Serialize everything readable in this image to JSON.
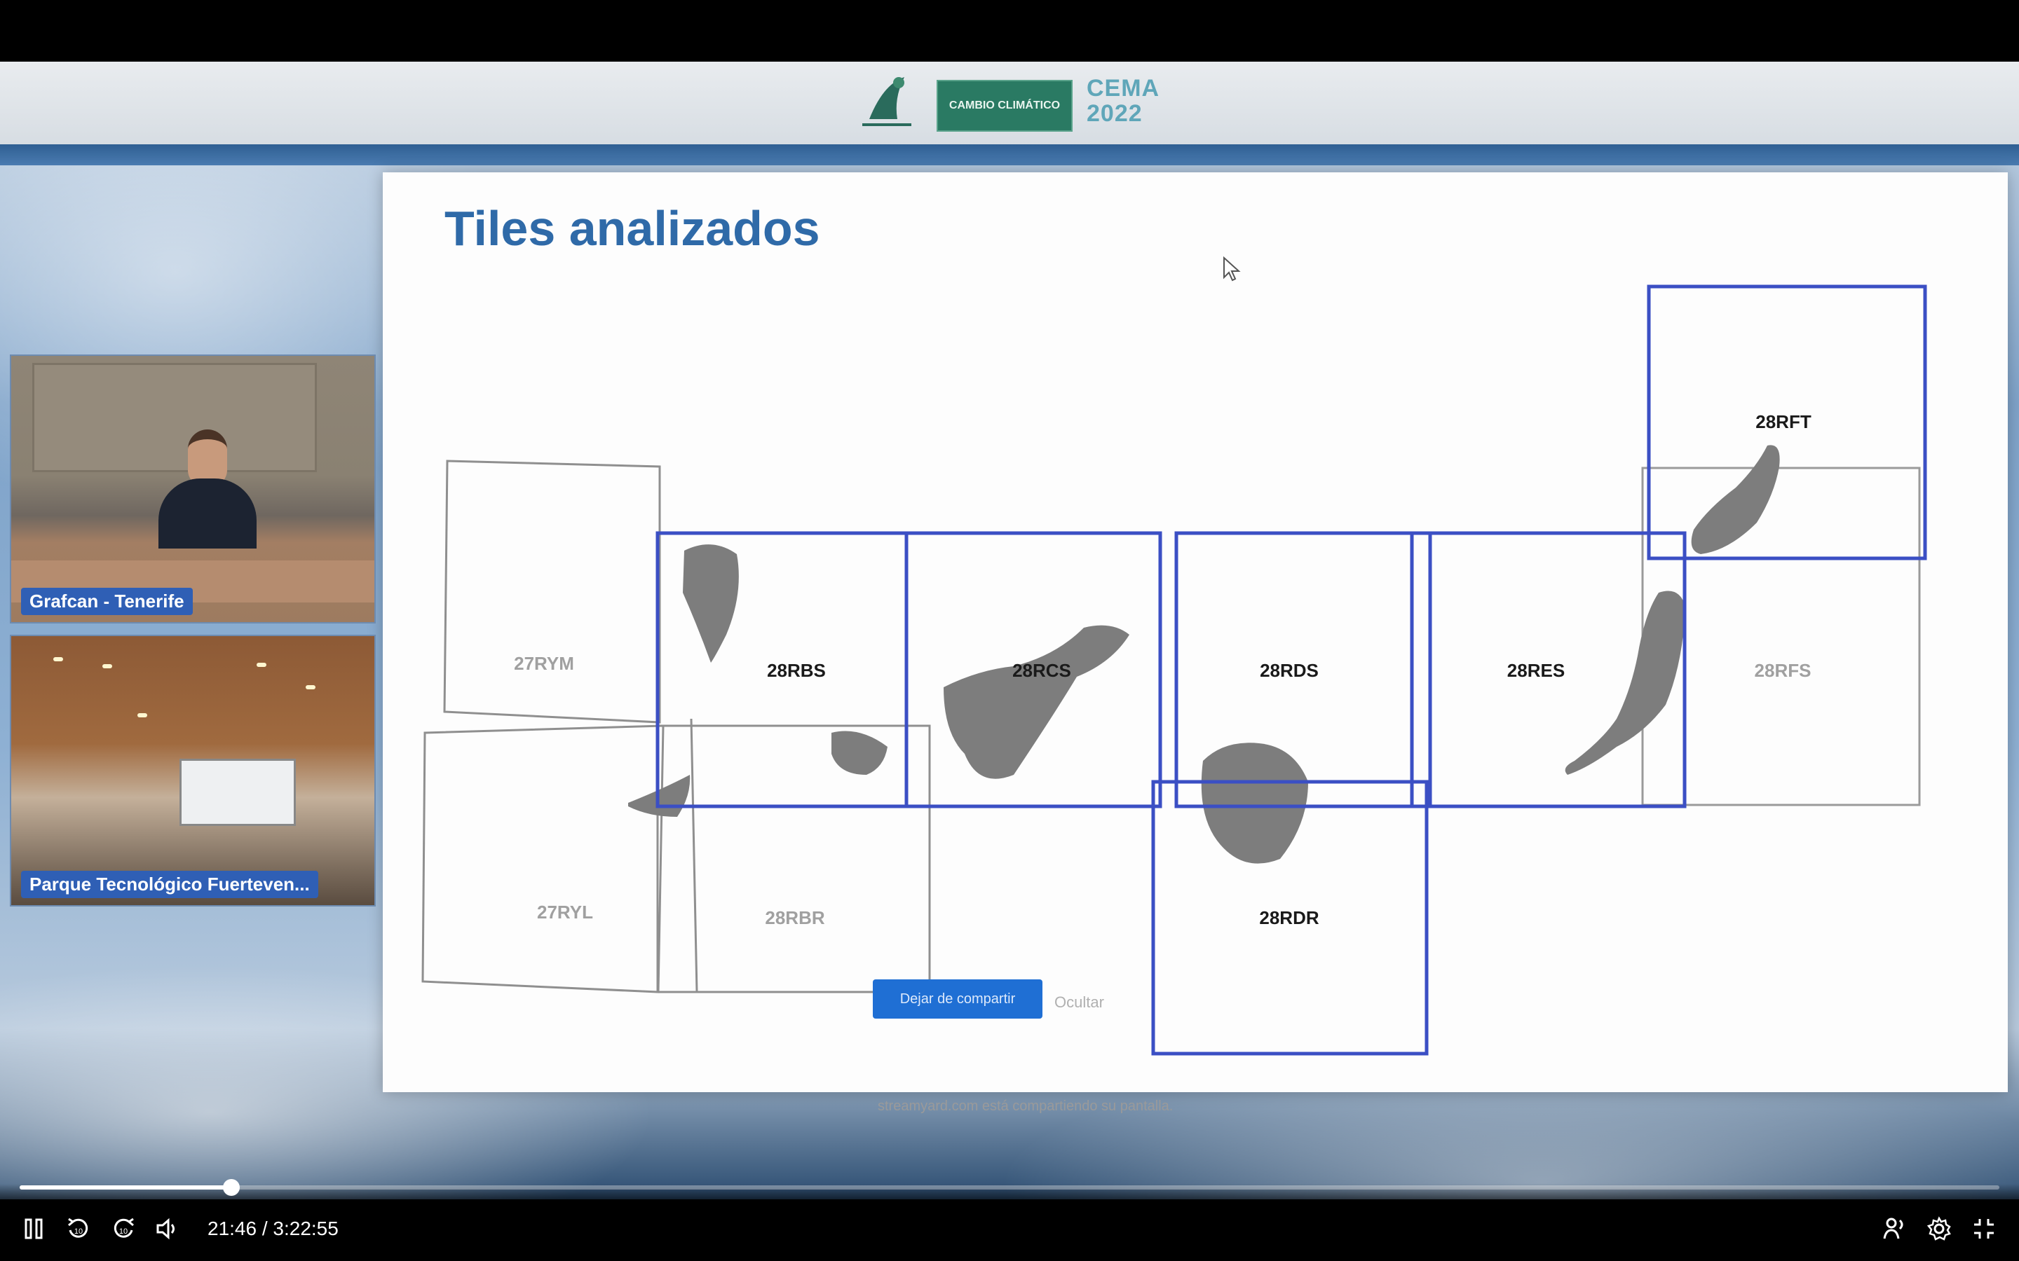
{
  "banner": {
    "logo_box_text": "CAMBIO CLIMÁTICO",
    "event_name": "CEMA",
    "event_year": "2022"
  },
  "slide": {
    "title": "Tiles analizados",
    "tiles": [
      {
        "id": "27RYM",
        "highlighted": false
      },
      {
        "id": "28RBS",
        "highlighted": true
      },
      {
        "id": "28RCS",
        "highlighted": true
      },
      {
        "id": "28RDS",
        "highlighted": true
      },
      {
        "id": "28RES",
        "highlighted": true
      },
      {
        "id": "28RFS",
        "highlighted": false
      },
      {
        "id": "28RFT",
        "highlighted": true
      },
      {
        "id": "27RYL",
        "highlighted": false
      },
      {
        "id": "28RBR",
        "highlighted": false
      },
      {
        "id": "28RDR",
        "highlighted": true
      }
    ],
    "share_notice": "streamyard.com está compartiendo su pantalla.",
    "stop_sharing": "Dejar de compartir",
    "hide": "Ocultar"
  },
  "cameras": [
    {
      "label": "Grafcan - Tenerife"
    },
    {
      "label": "Parque Tecnológico Fuerteven..."
    }
  ],
  "player": {
    "current_time": "21:46",
    "duration": "3:22:55",
    "time_display": "21:46 / 3:22:55",
    "progress": 0.107,
    "colors": {
      "tile_highlight": "#3b4fc4",
      "title": "#2f6aa8",
      "stop_button": "#1f6fd4"
    },
    "icons": [
      "pause-icon",
      "rewind-10-icon",
      "forward-10-icon",
      "volume-icon",
      "audio-description-icon",
      "settings-icon",
      "fullscreen-exit-icon"
    ]
  }
}
